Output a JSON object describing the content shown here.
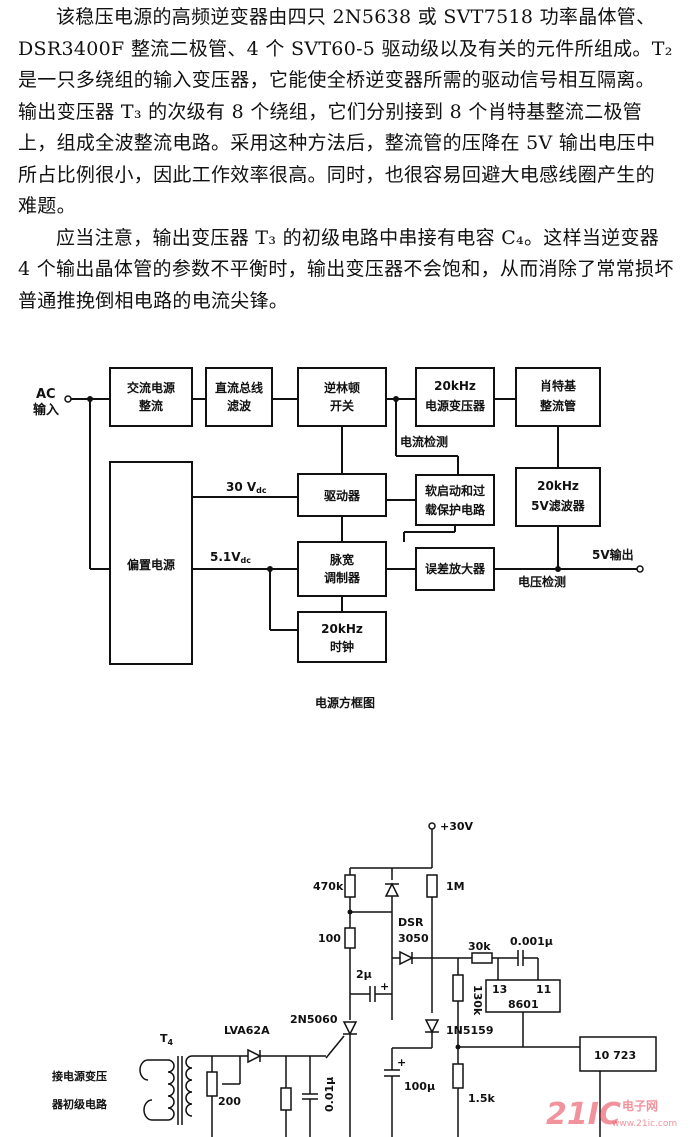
{
  "paragraphs": [
    "该稳压电源的高频逆变器由四只 2N5638 或 SVT7518 功率晶体管、DSR3400F 整流二极管、4 个 SVT60-5 驱动级以及有关的元件所组成。T₂ 是一只多绕组的输入变压器，它能使全桥逆变器所需的驱动信号相互隔离。输出变压器 T₃ 的次级有 8 个绕组，它们分别接到 8 个肖特基整流二极管上，组成全波整流电路。采用这种方法后，整流管的压降在 5V 输出电压中所占比例很小，因此工作效率很高。同时，也很容易回避大电感线圈产生的难题。",
    "应当注意，输出变压器 T₃ 的初级电路中串接有电容 C₄。这样当逆变器 4 个输出晶体管的参数不平衡时，输出变压器不会饱和，从而消除了常常损坏普通推挽倒相电路的电流尖锋。"
  ],
  "block_diagram": {
    "input_label_1": "AC",
    "input_label_2": "输入",
    "ac_rect_1": "交流电源",
    "ac_rect_2": "整流",
    "dc_filter_1": "直流总线",
    "dc_filter_2": "滤波",
    "switch_1": "逆林顿",
    "switch_2": "开关",
    "xfmr_1": "20kHz",
    "xfmr_2": "电源变压器",
    "schottky_1": "肖特基",
    "schottky_2": "整流管",
    "current_detect": "电流检测",
    "v30": "30 V",
    "v30_sub": "dc",
    "driver": "驱动器",
    "soft_1": "软启动和过",
    "soft_2": "载保护电路",
    "filter5v_1": "20kHz",
    "filter5v_2": "5V滤波器",
    "bias": "偏置电源",
    "v5": "5.1V",
    "v5_sub": "dc",
    "pwm_1": "脉宽",
    "pwm_2": "调制器",
    "err_amp": "误差放大器",
    "out_5v": "5V输出",
    "volt_detect": "电压检测",
    "clock_1": "20kHz",
    "clock_2": "时钟",
    "caption": "电源方框图"
  },
  "schematic": {
    "supply": "+30V",
    "r470k": "470k",
    "r1m": "1M",
    "r100": "100",
    "dsr_1": "DSR",
    "dsr_2": "3050",
    "r30k": "30k",
    "c001": "0.001μ",
    "c2u": "2μ",
    "r130k": "130k",
    "pin13": "13",
    "pin11": "11",
    "ic8601": "8601",
    "q_2n5060": "2N5060",
    "t4": "T",
    "t4_sub": "4",
    "lva": "LVA62A",
    "d_1n5159": "1N5159",
    "r200": "200",
    "c001u": "0.01μ",
    "c100u": "100μ",
    "r15k": "1.5k",
    "ic723": "10 723",
    "connect_1": "接电源变压",
    "connect_2": "器初级电路",
    "watermark_main": "21IC",
    "watermark_cn": "电子网",
    "watermark_url": "www.21ic.com"
  },
  "colors": {
    "ink": "#111111",
    "watermark": "#e83a4c"
  }
}
